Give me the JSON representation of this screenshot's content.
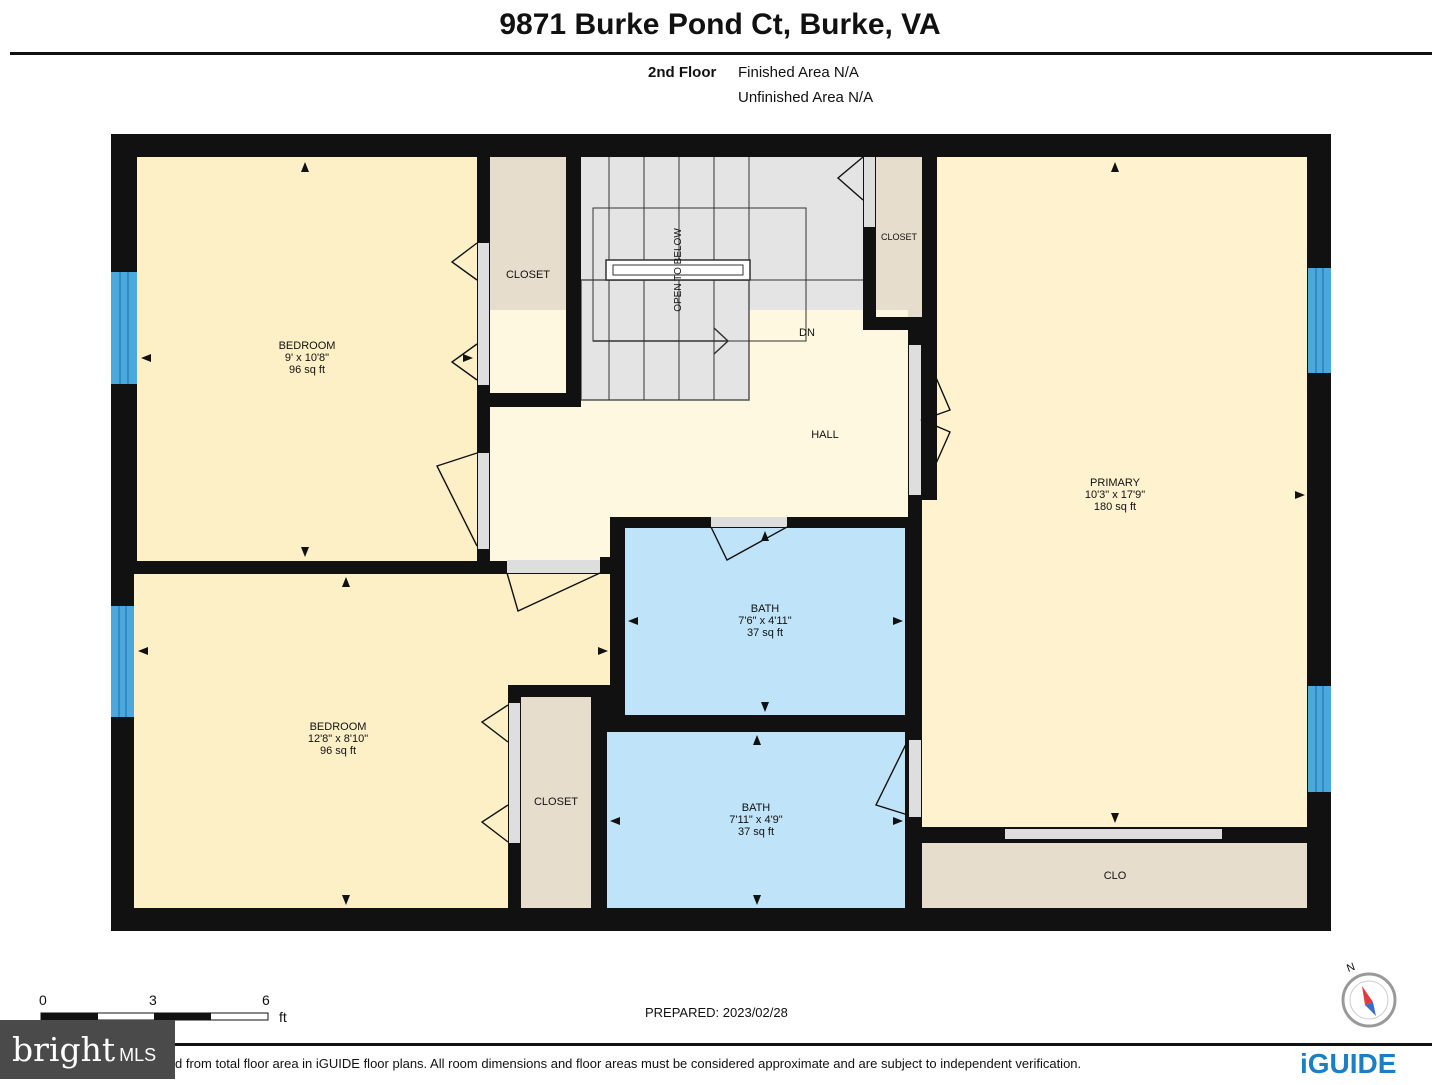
{
  "title": "9871 Burke Pond Ct, Burke, VA",
  "floor": {
    "name": "2nd Floor",
    "finished_area": "Finished Area N/A",
    "unfinished_area": "Unfinished Area N/A"
  },
  "rooms": {
    "bedroom1": {
      "name": "BEDROOM",
      "dims": "9' x 10'8\"",
      "area": "96 sq ft"
    },
    "bedroom2": {
      "name": "BEDROOM",
      "dims": "12'8\" x 8'10\"",
      "area": "96 sq ft"
    },
    "primary": {
      "name": "PRIMARY",
      "dims": "10'3\" x 17'9\"",
      "area": "180 sq ft"
    },
    "bath1": {
      "name": "BATH",
      "dims": "7'6\" x 4'11\"",
      "area": "37 sq ft"
    },
    "bath2": {
      "name": "BATH",
      "dims": "7'11\" x 4'9\"",
      "area": "37 sq ft"
    },
    "closet1": "CLOSET",
    "closet2": "CLOSET",
    "closet3": "CLOSET",
    "clo": "CLO",
    "hall": "HALL",
    "dn": "DN",
    "open_to_below": "OPEN TO BELOW"
  },
  "scale": {
    "ticks": [
      "0",
      "3",
      "6"
    ],
    "unit": "ft"
  },
  "compass": "N",
  "prepared": "PREPARED: 2023/02/28",
  "footer": "d from total floor area in iGUIDE floor plans. All room dimensions and floor areas must be considered approximate and are subject to independent verification.",
  "brand_left": {
    "name": "bright",
    "suffix": "MLS"
  },
  "brand_right": "iGUIDE",
  "colors": {
    "wall": "#111111",
    "bedroom": "#fdf0c6",
    "primary": "#fef2cf",
    "hall": "#fef8e0",
    "bath": "#bfe3f8",
    "closet": "#e7ddcc",
    "stairs": "#e4e4e4",
    "window": "#4aa8dc",
    "accent": "#1a7fc4"
  }
}
